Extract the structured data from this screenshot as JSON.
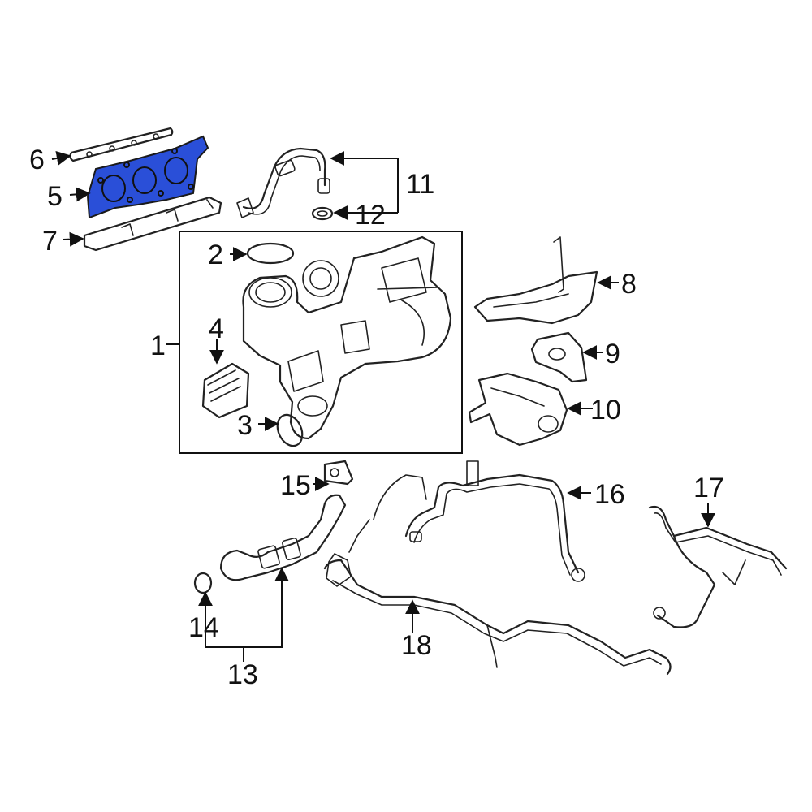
{
  "diagram": {
    "highlight_color": "#2a4fd8",
    "callouts": {
      "c1": "1",
      "c2": "2",
      "c3": "3",
      "c4": "4",
      "c5": "5",
      "c6": "6",
      "c7": "7",
      "c8": "8",
      "c9": "9",
      "c10": "10",
      "c11": "11",
      "c12": "12",
      "c13": "13",
      "c14": "14",
      "c15": "15",
      "c16": "16",
      "c17": "17",
      "c18": "18"
    }
  }
}
